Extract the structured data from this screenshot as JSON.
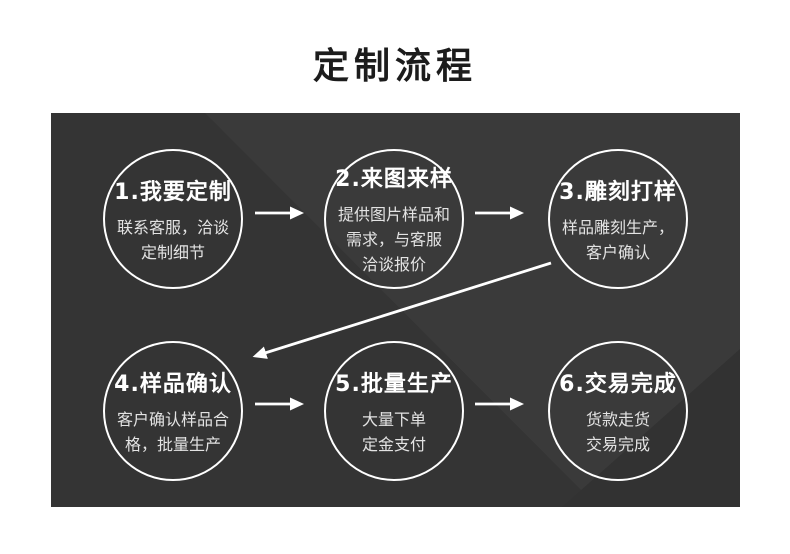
{
  "title": "定制流程",
  "steps": [
    {
      "id": 1,
      "heading": "1.我要定制",
      "body": "联系客服，洽谈\n定制细节"
    },
    {
      "id": 2,
      "heading": "2.来图来样",
      "body": "提供图片样品和\n需求，与客服\n洽谈报价"
    },
    {
      "id": 3,
      "heading": "3.雕刻打样",
      "body": "样品雕刻生产，\n客户确认"
    },
    {
      "id": 4,
      "heading": "4.样品确认",
      "body": "客户确认样品合\n格，批量生产"
    },
    {
      "id": 5,
      "heading": "5.批量生产",
      "body": "大量下单\n定金支付"
    },
    {
      "id": 6,
      "heading": "6.交易完成",
      "body": "货款走货\n交易完成"
    }
  ],
  "flow": {
    "arrows": [
      {
        "name": "arrow-1-to-2",
        "direction": "right"
      },
      {
        "name": "arrow-2-to-3",
        "direction": "right"
      },
      {
        "name": "arrow-3-to-4",
        "direction": "diagonal-down-left"
      },
      {
        "name": "arrow-4-to-5",
        "direction": "right"
      },
      {
        "name": "arrow-5-to-6",
        "direction": "right"
      }
    ]
  },
  "colors": {
    "page_bg": "#ffffff",
    "title_text": "#1c1c1c",
    "panel_base": "#3a3a3a",
    "panel_facet_dark": "#343434",
    "panel_facet_corner": "#323232",
    "circle_border": "#ffffff",
    "heading_text": "#ffffff",
    "body_text": "#e3e3e3",
    "arrow_color": "#ffffff"
  }
}
